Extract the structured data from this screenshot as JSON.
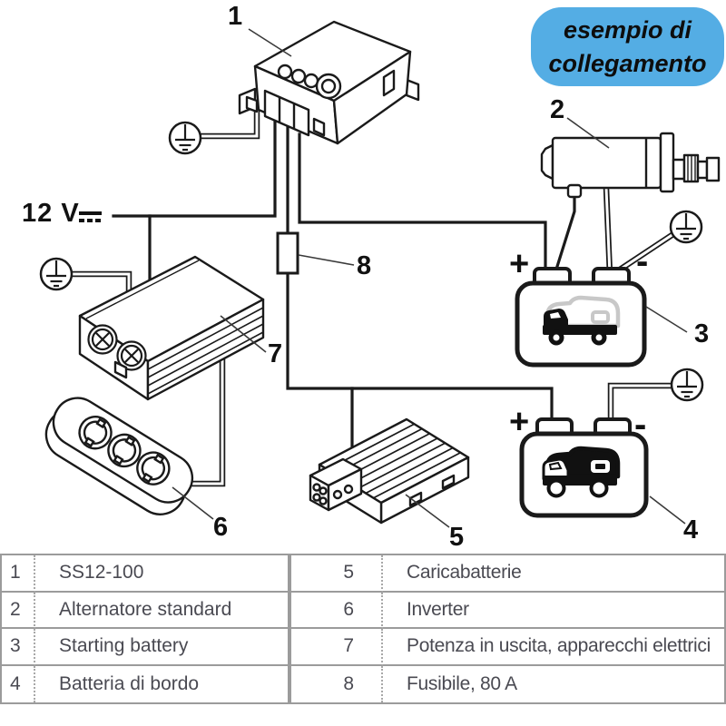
{
  "badge": {
    "line1": "esempio di",
    "line2": "collegamento",
    "bg_color": "#54ADE4"
  },
  "supply": {
    "label": "12 V",
    "current_type_icon": "dc-symbol"
  },
  "callouts": [
    "1",
    "2",
    "3",
    "4",
    "5",
    "6",
    "7",
    "8"
  ],
  "polarity": {
    "plus": "+",
    "minus": "-"
  },
  "icons": {
    "ground": "earth-ground-icon",
    "camper_outline": "camper-van-outline",
    "camper_filled": "camper-van-filled"
  },
  "colors": {
    "line": "#1a1a1a",
    "badge_bg": "#54ADE4",
    "table_border": "#9b9b9b",
    "table_text": "#4a4a52",
    "camper_gray": "#c8c8c8"
  },
  "legend": {
    "rows": [
      {
        "num": "1",
        "label": "SS12-100"
      },
      {
        "num": "2",
        "label": "Alternatore standard"
      },
      {
        "num": "3",
        "label": "Starting battery"
      },
      {
        "num": "4",
        "label": "Batteria di bordo"
      },
      {
        "num": "5",
        "label": "Caricabatterie"
      },
      {
        "num": "6",
        "label": "Inverter"
      },
      {
        "num": "7",
        "label": "Potenza in uscita, apparecchi elettrici"
      },
      {
        "num": "8",
        "label": "Fusibile, 80 A"
      }
    ]
  }
}
